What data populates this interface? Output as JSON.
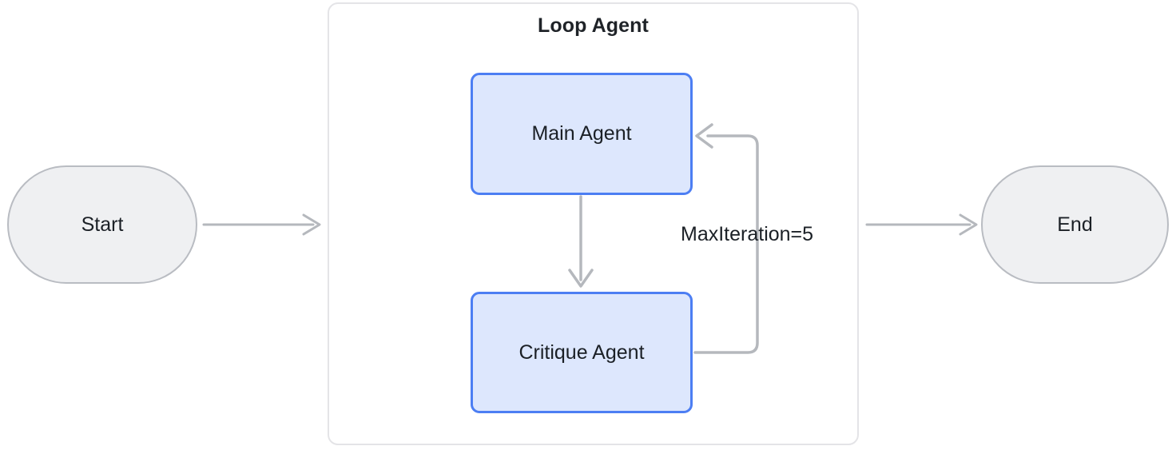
{
  "diagram": {
    "title": "Loop Agent",
    "background_color": "#ffffff",
    "group": {
      "label": "Loop Agent",
      "border_color": "#e4e4e7",
      "fill_color": "#ffffff"
    },
    "nodes": [
      {
        "id": "start",
        "label": "Start",
        "shape": "stadium",
        "fill_color": "#eff0f2",
        "border_color": "#b9bcc2",
        "text_color": "#1b2026"
      },
      {
        "id": "main-agent",
        "label": "Main Agent",
        "shape": "rounded-rect",
        "fill_color": "#dde7fd",
        "border_color": "#4c7ef3",
        "text_color": "#1b2026"
      },
      {
        "id": "critique-agent",
        "label": "Critique Agent",
        "shape": "rounded-rect",
        "fill_color": "#dde7fd",
        "border_color": "#4c7ef3",
        "text_color": "#1b2026"
      },
      {
        "id": "end",
        "label": "End",
        "shape": "stadium",
        "fill_color": "#eff0f2",
        "border_color": "#b9bcc2",
        "text_color": "#1b2026"
      }
    ],
    "edges": [
      {
        "id": "start-to-loop",
        "from": "start",
        "to": "loop-agent-group",
        "label": "",
        "color": "#b5b8bd",
        "arrow": "open"
      },
      {
        "id": "main-to-critique",
        "from": "main-agent",
        "to": "critique-agent",
        "label": "",
        "color": "#b5b8bd",
        "arrow": "open"
      },
      {
        "id": "critique-to-main",
        "from": "critique-agent",
        "to": "main-agent",
        "label": "MaxIteration=5",
        "color": "#b5b8bd",
        "arrow": "open"
      },
      {
        "id": "loop-to-end",
        "from": "loop-agent-group",
        "to": "end",
        "label": "",
        "color": "#b5b8bd",
        "arrow": "open"
      }
    ],
    "edge_labels": {
      "max_iteration": "MaxIteration=5"
    }
  }
}
